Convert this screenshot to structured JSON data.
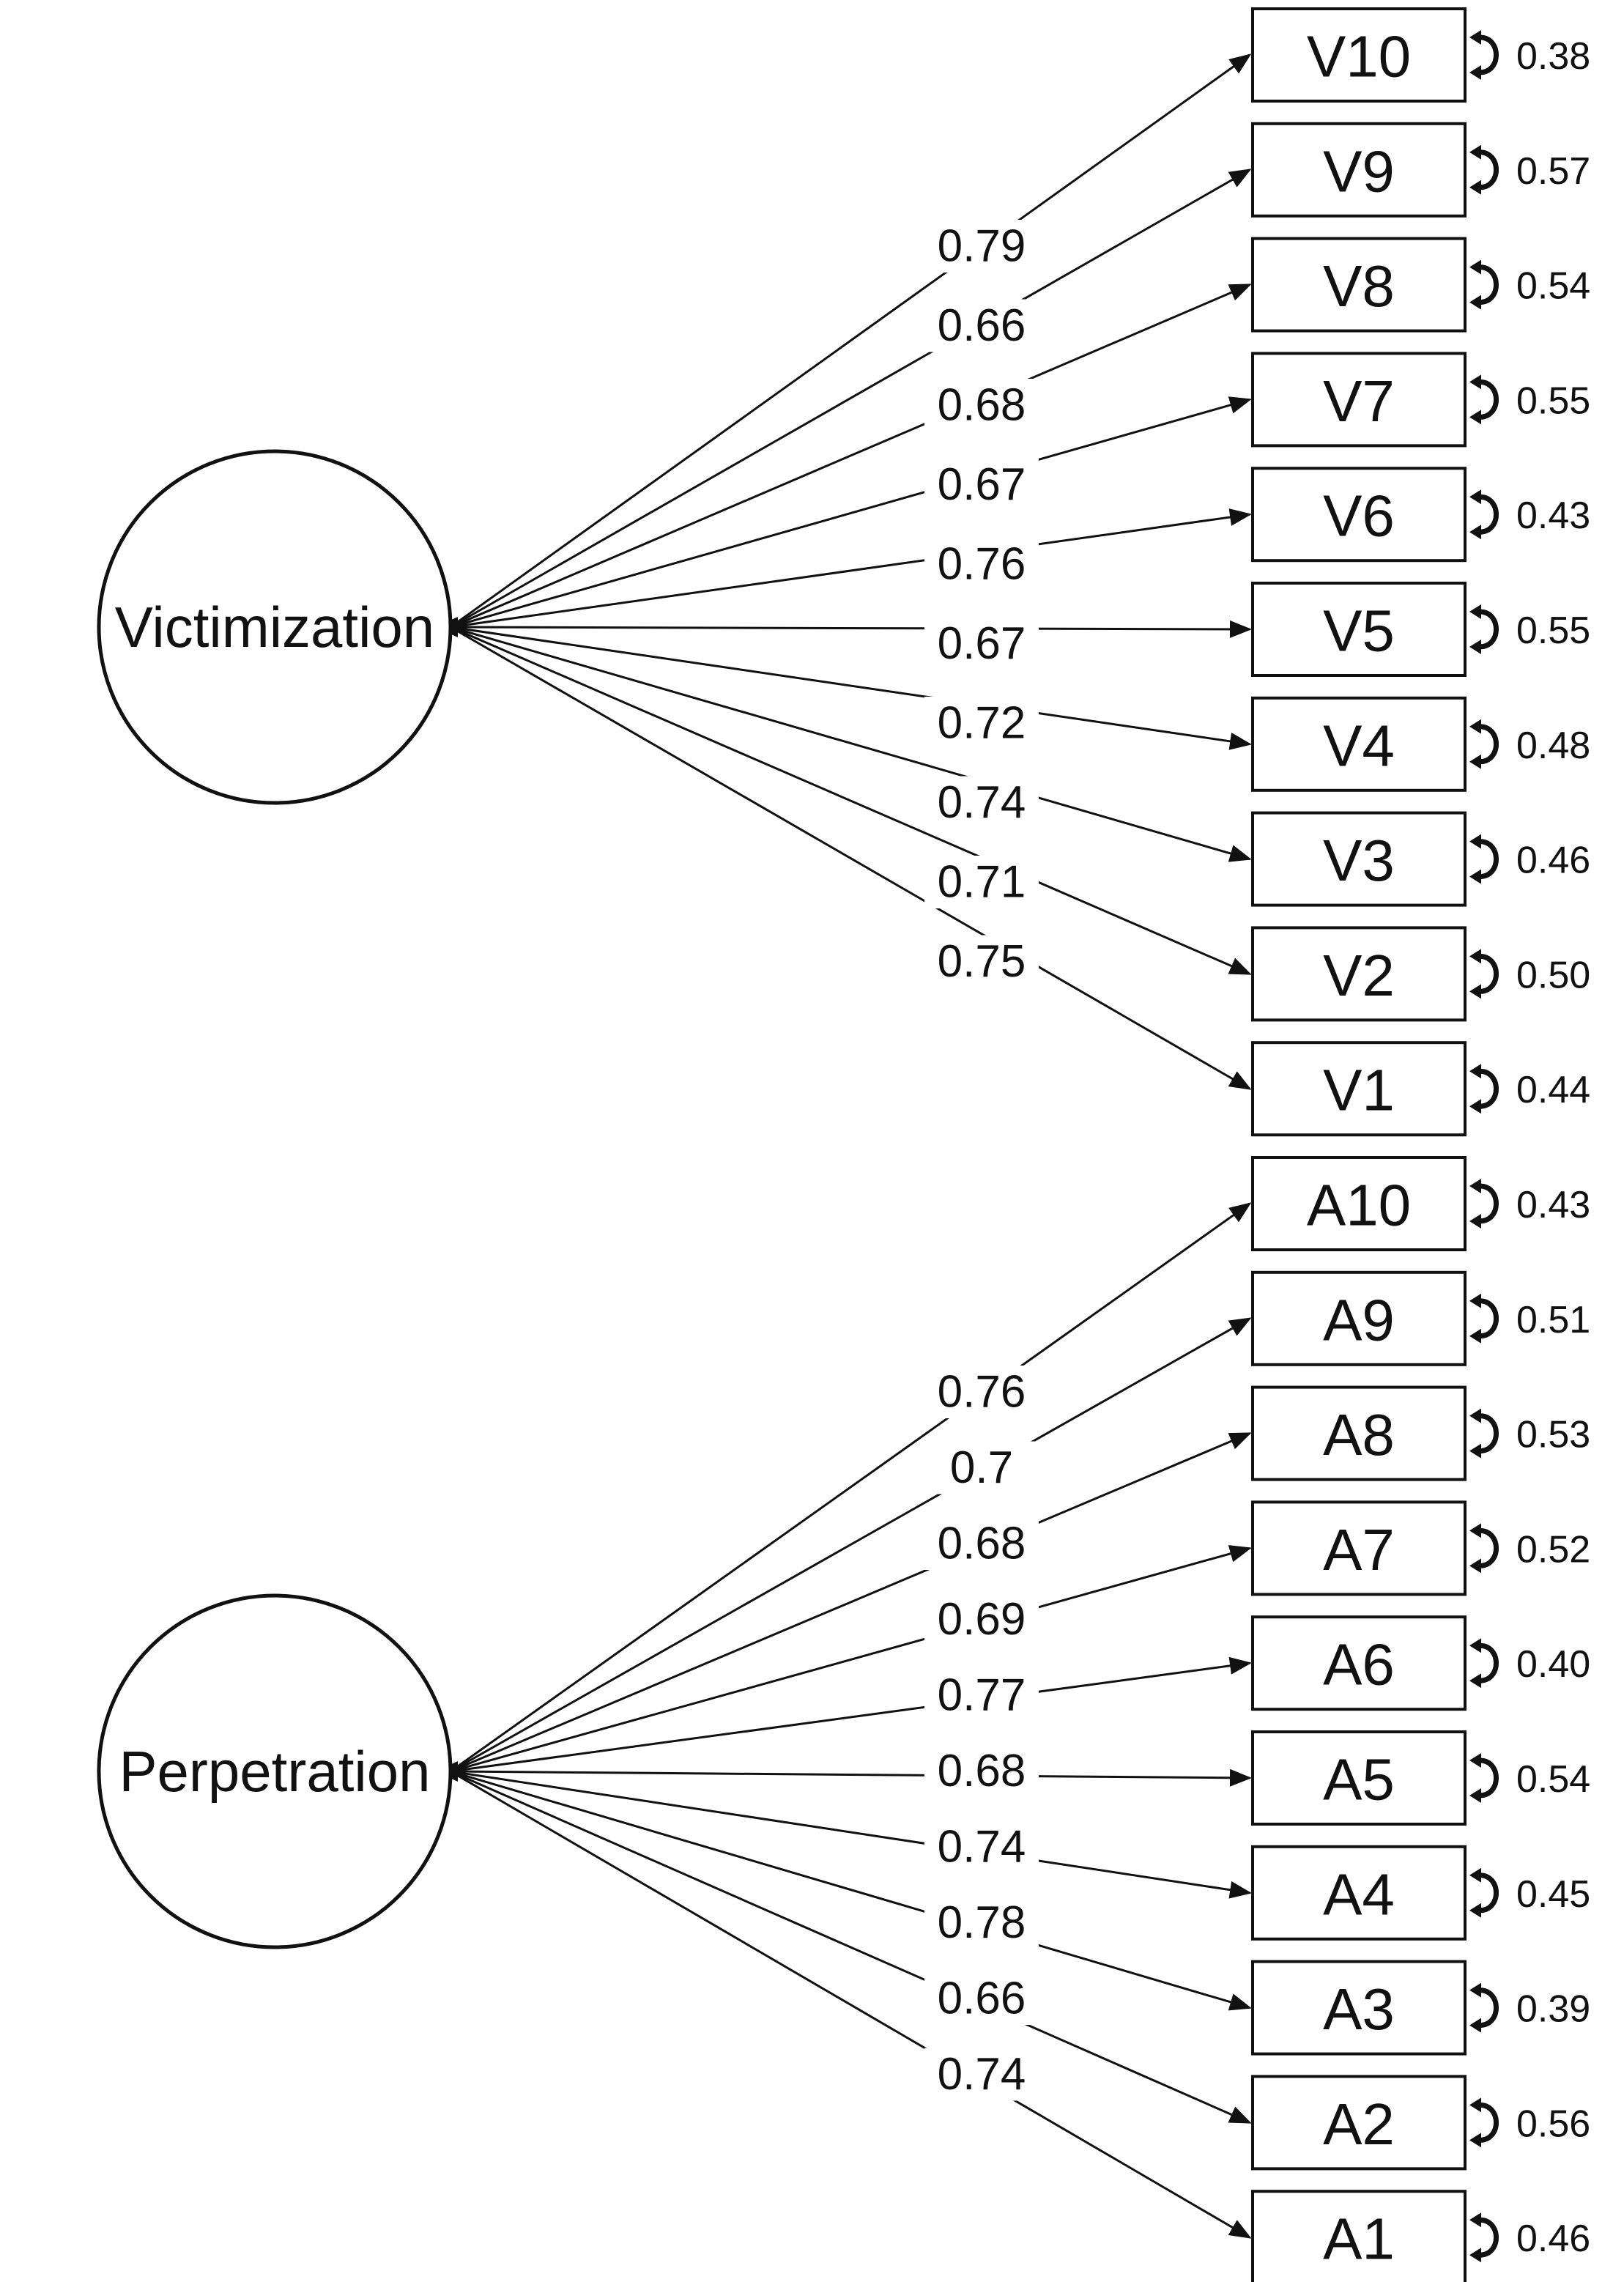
{
  "factors": [
    {
      "id": "victimization",
      "name": "Victimization",
      "items": [
        {
          "label": "V10",
          "loading": "0.79",
          "error": "0.38"
        },
        {
          "label": "V9",
          "loading": "0.66",
          "error": "0.57"
        },
        {
          "label": "V8",
          "loading": "0.68",
          "error": "0.54"
        },
        {
          "label": "V7",
          "loading": "0.67",
          "error": "0.55"
        },
        {
          "label": "V6",
          "loading": "0.76",
          "error": "0.43"
        },
        {
          "label": "V5",
          "loading": "0.67",
          "error": "0.55"
        },
        {
          "label": "V4",
          "loading": "0.72",
          "error": "0.48"
        },
        {
          "label": "V3",
          "loading": "0.74",
          "error": "0.46"
        },
        {
          "label": "V2",
          "loading": "0.71",
          "error": "0.50"
        },
        {
          "label": "V1",
          "loading": "0.75",
          "error": "0.44"
        }
      ]
    },
    {
      "id": "perpetration",
      "name": "Perpetration",
      "items": [
        {
          "label": "A10",
          "loading": "0.76",
          "error": "0.43"
        },
        {
          "label": "A9",
          "loading": "0.7",
          "error": "0.51"
        },
        {
          "label": "A8",
          "loading": "0.68",
          "error": "0.53"
        },
        {
          "label": "A7",
          "loading": "0.69",
          "error": "0.52"
        },
        {
          "label": "A6",
          "loading": "0.77",
          "error": "0.40"
        },
        {
          "label": "A5",
          "loading": "0.68",
          "error": "0.54"
        },
        {
          "label": "A4",
          "loading": "0.74",
          "error": "0.45"
        },
        {
          "label": "A3",
          "loading": "0.78",
          "error": "0.39"
        },
        {
          "label": "A2",
          "loading": "0.66",
          "error": "0.56"
        },
        {
          "label": "A1",
          "loading": "0.74",
          "error": "0.46"
        }
      ]
    }
  ]
}
